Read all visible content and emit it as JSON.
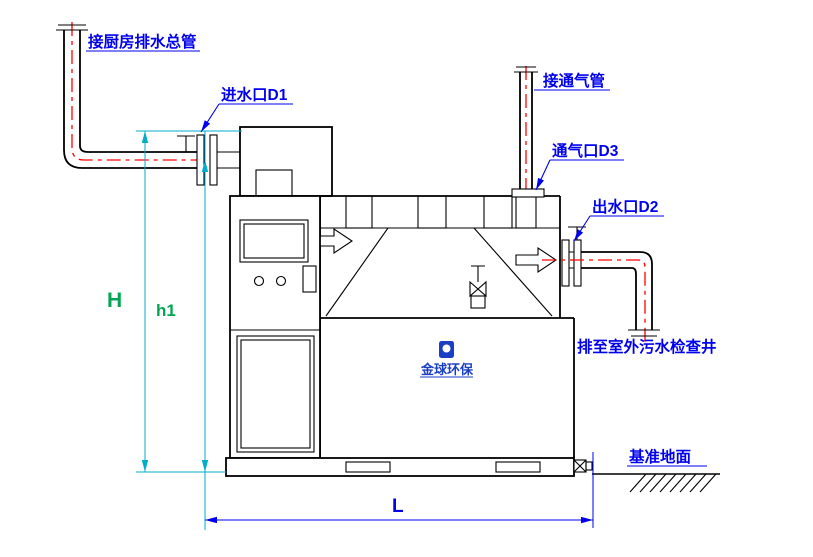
{
  "labels": {
    "kitchen_main": "接厨房排水总管",
    "inlet": "进水口D1",
    "vent_pipe": "接通气管",
    "vent_port": "通气口D3",
    "outlet": "出水口D2",
    "discharge": "排至室外污水检查井",
    "ground": "基准地面"
  },
  "dimensions": {
    "H": "H",
    "h1": "h1",
    "L": "L"
  },
  "brand": {
    "name": "金球环保"
  },
  "colors": {
    "label": "#0000ee",
    "dim": "#00aec8",
    "dim_blue": "#0000ee",
    "green": "#00a651",
    "red": "#ff0000",
    "outline": "#000000",
    "brand": "#1a3fc4",
    "bg": "#ffffff"
  }
}
